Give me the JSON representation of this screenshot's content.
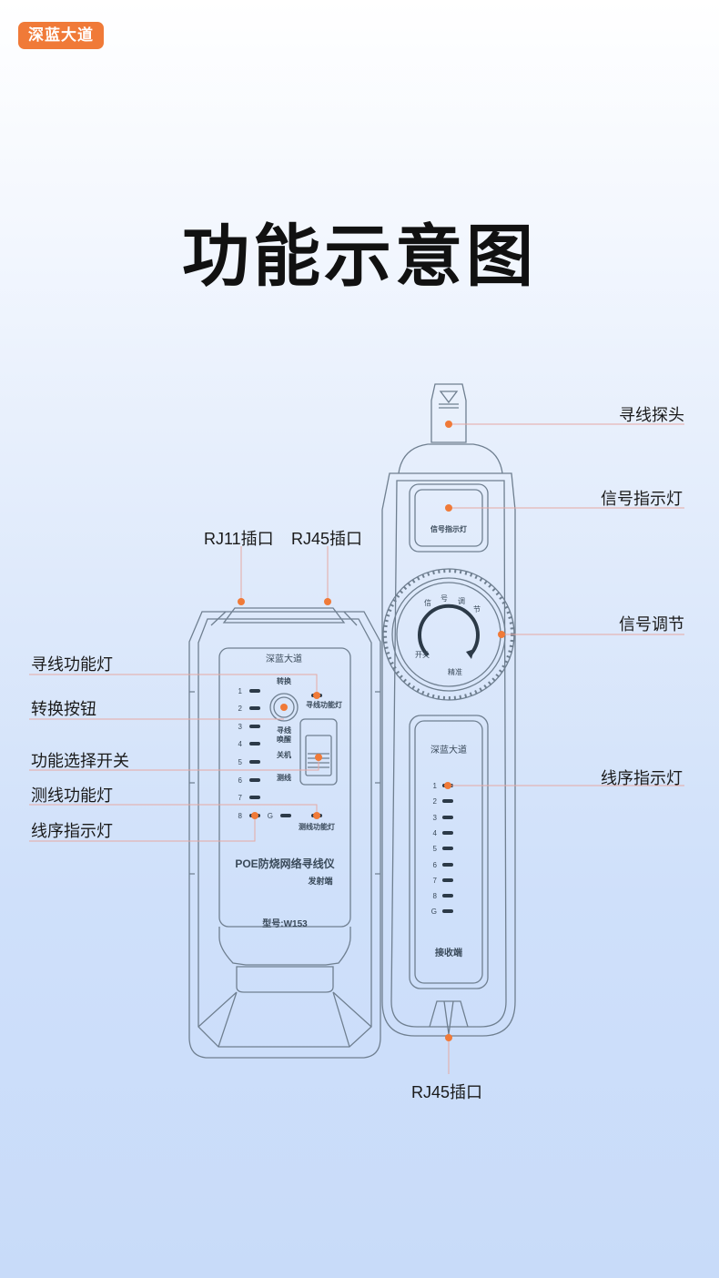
{
  "logo": {
    "text": "深蓝大道"
  },
  "page": {
    "title": "功能示意图"
  },
  "callouts": {
    "rj11_port": "RJ11插口",
    "rj45_port_top": "RJ45插口",
    "wire_trace_light": "寻线功能灯",
    "switch_button": "转换按钮",
    "function_switch": "功能选择开关",
    "line_test_light": "测线功能灯",
    "sequence_light_left": "线序指示灯",
    "probe": "寻线探头",
    "signal_light": "信号指示灯",
    "signal_adjust": "信号调节",
    "sequence_light_right": "线序指示灯",
    "rj45_port_bottom": "RJ45插口"
  },
  "transmitter": {
    "brand": "深蓝大道",
    "convert_label": "转换",
    "trace_light_label": "寻线功能灯",
    "wake_label": "寻线\n唤醒",
    "wake_label_1": "寻线",
    "wake_label_2": "唤醒",
    "off_label": "关机",
    "test_label": "测线",
    "test_light_label": "测线功能灯",
    "led_numbers": [
      "1",
      "2",
      "3",
      "4",
      "5",
      "6",
      "7",
      "8"
    ],
    "ground_label": "G",
    "product_name": "POE防烧网络寻线仪",
    "end_label": "发射端",
    "model": "型号:W153"
  },
  "receiver": {
    "signal_window_label": "信号指示灯",
    "dial_text": [
      "信",
      "号",
      "调",
      "节"
    ],
    "dial_on": "开关",
    "dial_fine": "精准",
    "brand": "深蓝大道",
    "led_numbers": [
      "1",
      "2",
      "3",
      "4",
      "5",
      "6",
      "7",
      "8",
      "G"
    ],
    "end_label": "接收端"
  },
  "colors": {
    "accent": "#f07a38",
    "outline": "#6b7a8a",
    "leader": "#e7a5a0"
  }
}
